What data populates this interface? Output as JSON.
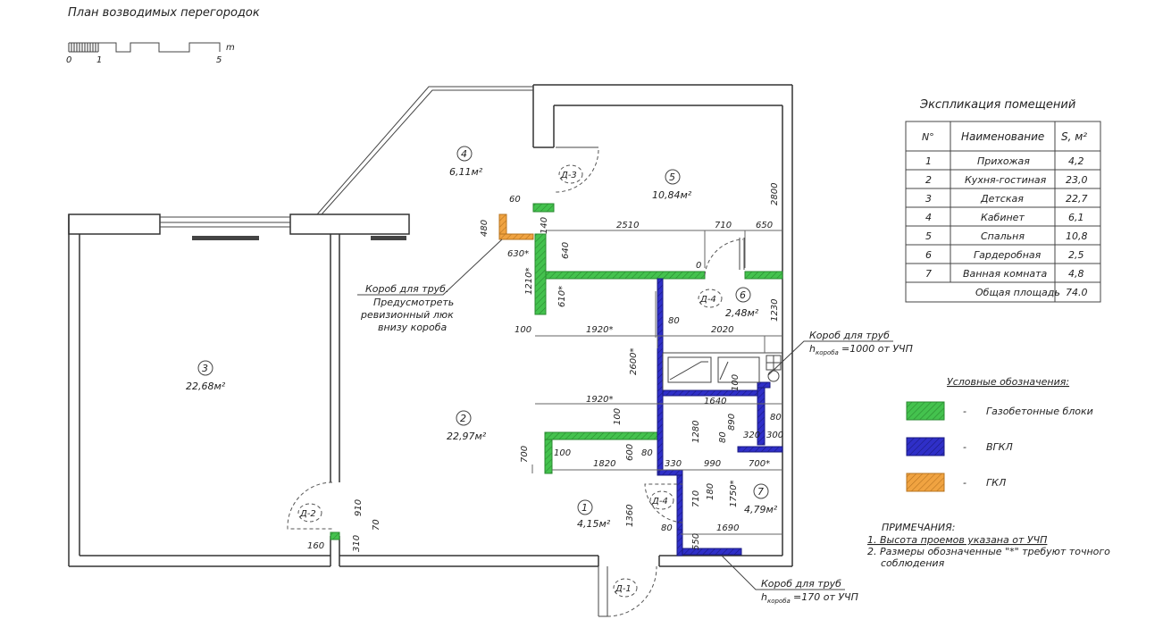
{
  "title": "План возводимых перегородок",
  "scale": {
    "labels": [
      "0",
      "1",
      "5"
    ],
    "unit": "m"
  },
  "rooms": [
    {
      "num": "1",
      "area": "4,15м²"
    },
    {
      "num": "2",
      "area": "22,97м²"
    },
    {
      "num": "3",
      "area": "22,68м²"
    },
    {
      "num": "4",
      "area": "6,11м²"
    },
    {
      "num": "5",
      "area": "10,84м²"
    },
    {
      "num": "6",
      "area": "2,48м²"
    },
    {
      "num": "7",
      "area": "4,79м²"
    }
  ],
  "doors": [
    "Д-1",
    "Д-2",
    "Д-3",
    "Д-4",
    "Д-4"
  ],
  "dimensions": [
    "60",
    "480",
    "140",
    "630*",
    "640",
    "2510",
    "710",
    "650",
    "2800",
    "0",
    "1210*",
    "610*",
    "100",
    "1920*",
    "2020",
    "1230",
    "80",
    "2600*",
    "100",
    "1920*",
    "100",
    "1640",
    "80",
    "890",
    "320",
    "300",
    "700",
    "100",
    "1820",
    "600",
    "80",
    "330",
    "990",
    "700*",
    "1280",
    "80",
    "710",
    "180",
    "1750*",
    "1360",
    "80",
    "1690",
    "550",
    "910",
    "70",
    "160",
    "310"
  ],
  "notes": {
    "box_pipes_left": [
      "Короб для труб.",
      "Предусмотреть",
      "ревизионный люк",
      "внизу короба"
    ],
    "box_pipes_right": [
      "Короб для труб",
      "h",
      "короба",
      "=1000 от УЧП"
    ],
    "box_pipes_bottom": [
      "Короб для труб",
      "h",
      "короба",
      "=170 от УЧП"
    ]
  },
  "explication": {
    "title": "Экспликация помещений",
    "headers": [
      "N°",
      "Наименование",
      "S, м²"
    ],
    "rows": [
      [
        "1",
        "Прихожая",
        "4,2"
      ],
      [
        "2",
        "Кухня-гостиная",
        "23,0"
      ],
      [
        "3",
        "Детская",
        "22,7"
      ],
      [
        "4",
        "Кабинет",
        "6,1"
      ],
      [
        "5",
        "Спальня",
        "10,8"
      ],
      [
        "6",
        "Гардеробная",
        "2,5"
      ],
      [
        "7",
        "Ванная комната",
        "4,8"
      ]
    ],
    "total_label": "Общая площадь",
    "total_value": "74.0"
  },
  "legend": {
    "title": "Условные обозначения:",
    "items": [
      {
        "label": "Газобетонные блоки",
        "color": "#44c24e"
      },
      {
        "label": "ВГКЛ",
        "color": "#2f2fc8"
      },
      {
        "label": "ГКЛ",
        "color": "#f0a341"
      }
    ],
    "dash": "-"
  },
  "remarks": {
    "title": "ПРИМЕЧАНИЯ:",
    "items": [
      "1.  Высота проемов указана от УЧП",
      "2.  Размеры обозначенные \"*\" требуют точного",
      "соблюдения"
    ]
  }
}
